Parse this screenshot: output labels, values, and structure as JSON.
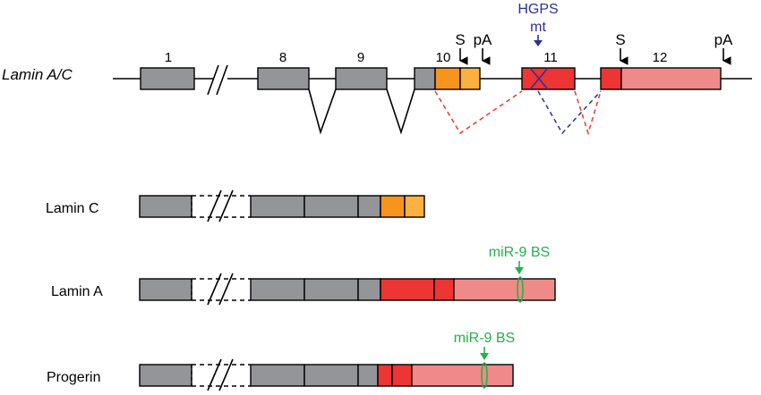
{
  "gene": {
    "name": "Lamin A/C",
    "exons": [
      {
        "label": "1",
        "color": "#939598"
      },
      {
        "label": "8",
        "color": "#939598"
      },
      {
        "label": "9",
        "color": "#939598"
      },
      {
        "label": "10",
        "color": "#939598"
      },
      {
        "label": "11",
        "color": "#ED3533"
      },
      {
        "label": "12",
        "color": "#F08A89"
      }
    ],
    "markers": [
      {
        "label": "S"
      },
      {
        "label": "pA"
      },
      {
        "label": "S"
      },
      {
        "label": "pA"
      }
    ],
    "mutation": {
      "line1": "HGPS",
      "line2": "mt",
      "color": "#2E3192"
    }
  },
  "transcripts": [
    {
      "name": "Lamin C",
      "bs_label": null
    },
    {
      "name": "Lamin A",
      "bs_label": "miR-9 BS"
    },
    {
      "name": "Progerin",
      "bs_label": "miR-9 BS"
    }
  ],
  "colors": {
    "gray": "#939598",
    "orange": "#F7941D",
    "red": "#ED3533",
    "salmon": "#F08A89",
    "green": "#22B24C",
    "red_dash": "#ED3533",
    "blue": "#2E3192"
  }
}
